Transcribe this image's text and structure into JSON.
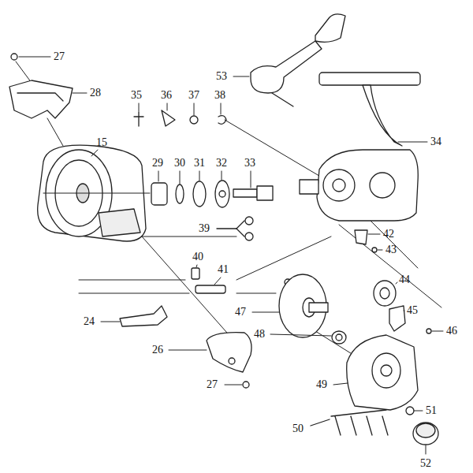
{
  "diagram": {
    "labels": [
      "27",
      "28",
      "35",
      "36",
      "37",
      "38",
      "15",
      "53",
      "34",
      "29",
      "30",
      "31",
      "32",
      "33",
      "39",
      "42",
      "43",
      "40",
      "41",
      "44",
      "45",
      "46",
      "47",
      "24",
      "48",
      "26",
      "49",
      "27",
      "51",
      "50",
      "52"
    ]
  }
}
